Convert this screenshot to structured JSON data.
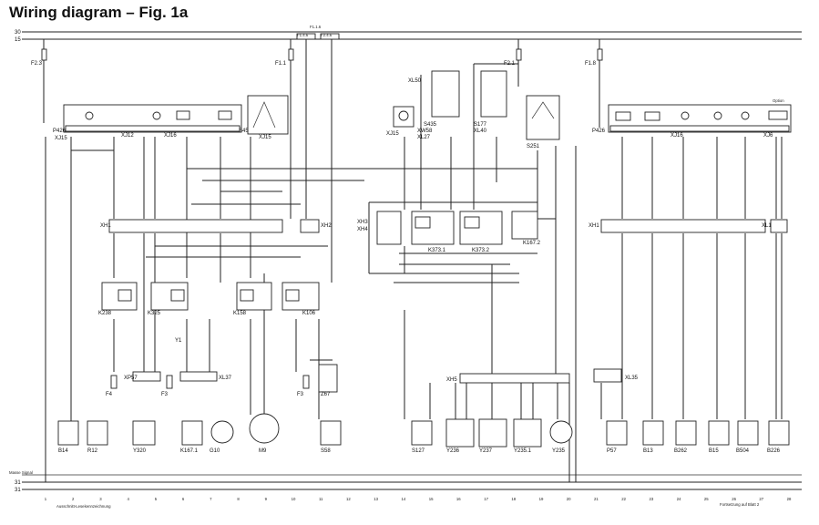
{
  "title": "Wiring diagram – Fig. 1a",
  "rails": {
    "r30": "30",
    "r15": "15",
    "r31a": "31",
    "r31b": "31",
    "ground_label": "Masse Signal",
    "fuse_label": "F1.1.6"
  },
  "fuses_top": [
    "F2.3",
    "F1.1",
    "F2.1",
    "F1.8"
  ],
  "fuse_bridges": [
    "F1.4.6",
    "F2.4.6"
  ],
  "connectors": [
    "XJ15",
    "XJ12",
    "XJ16",
    "XJ15",
    "XW58",
    "XL27",
    "XL40",
    "XJ15",
    "XJ16",
    "XJ6",
    "XH1",
    "XH2",
    "XH1",
    "XL1",
    "XL37",
    "XL35",
    "XL50",
    "XH3",
    "XH4",
    "XH5",
    "XP57"
  ],
  "panels": [
    "P426",
    "P426",
    "S45",
    "S435",
    "S177",
    "S251"
  ],
  "relays": [
    "K238",
    "K325",
    "K158",
    "K106",
    "K373.1",
    "K373.2",
    "K167.2"
  ],
  "small_fuses": [
    "F4",
    "F3",
    "F3",
    "Z67"
  ],
  "bottom_components": [
    "B14",
    "R12",
    "Y320",
    "Y1",
    "K167.1",
    "G10",
    "M9",
    "S58",
    "S127",
    "Y236",
    "Y237",
    "Y235.1",
    "Y235",
    "P57",
    "B13",
    "B262",
    "B15",
    "B504",
    "B226"
  ],
  "column_numbers": [
    "1",
    "2",
    "3",
    "4",
    "5",
    "6",
    "7",
    "8",
    "9",
    "10",
    "11",
    "12",
    "13",
    "14",
    "15",
    "16",
    "17",
    "18",
    "19",
    "20",
    "21",
    "22",
    "23",
    "24",
    "25",
    "26",
    "27",
    "28"
  ],
  "footer_left": "Ausschnitt-Lesekennzeichnung",
  "footer_right": "Fortsetzung auf Blatt 2",
  "option_label": "Option"
}
